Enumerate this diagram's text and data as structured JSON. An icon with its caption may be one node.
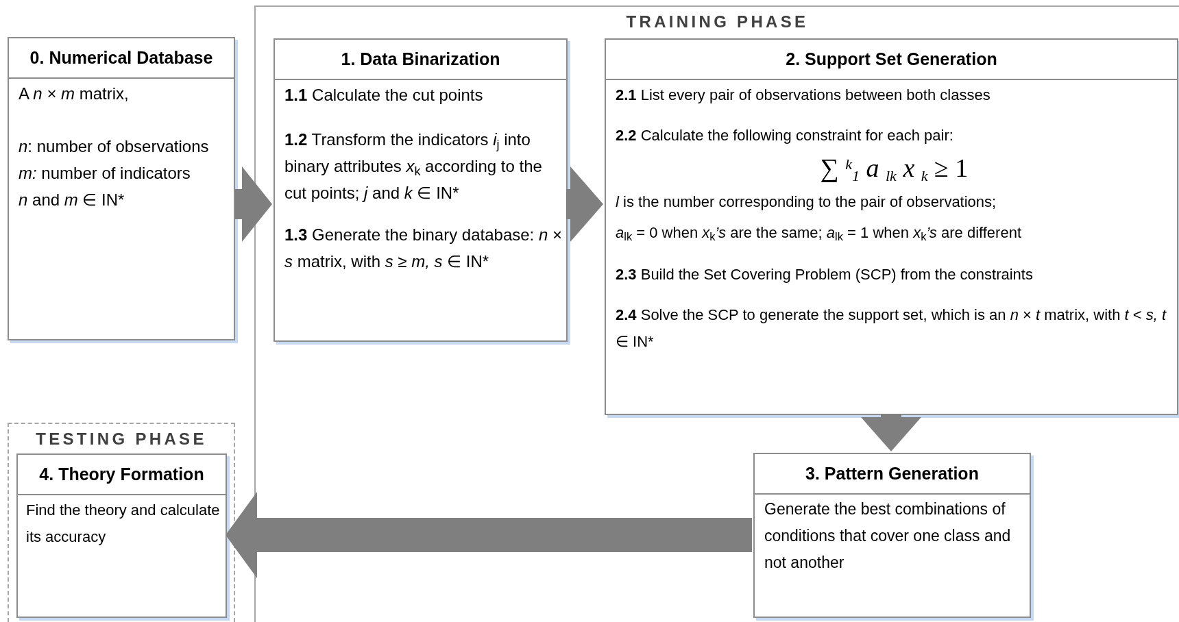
{
  "diagram": {
    "nodes": [
      {
        "text": [
          "TRAINING PHASE"
        ]
      },
      {
        "text": [
          "0. Numerical Database",
          "A *n* × *m* matrix,",
          "*n*: number of observations",
          "*m:* number of indicators",
          "*n* and *m* ∈ IN*"
        ]
      },
      {
        "text": [
          "1. Data Binarization",
          "**1.1** Calculate the cut points",
          "**1.2** Transform the indicators *i*$_{j}$ into binary attributes *x*$_{k}$ according to the cut points; *j* and *k* ∈ IN*",
          "**1.3** Generate the binary database: *n* × *s* matrix, with *s* ≥ *m, s* ∈ IN*"
        ],
        "in": 0
      },
      {
        "text": [
          "2. Support Set Generation",
          "**2.1** List every pair of observations between both classes",
          "**2.2** Calculate the following constraint for each pair:",
          "∑ $^{k}$$_{1}$ *a* $_{lk}$ *x* $_{k}$ ≥ 1",
          "*l* is the number corresponding to the pair of observations;",
          "*a*$_{lk}$ = 0 when *x*$_{k}$*’s* are the same; *a*$_{lk}$ = 1 when *x*$_{k}$*’s* are different",
          "**2.3** Build the Set Covering Problem (SCP) from the constraints",
          "**2.4** Solve the SCP to generate the support set, which is an *n* × *t* matrix, with *t* < *s, t* ∈ IN*"
        ],
        "in": 0
      },
      {
        "text": [
          "3. Pattern Generation",
          "Generate the best combinations of conditions that cover one class and not another"
        ],
        "in": 0
      },
      {
        "text": [
          "TESTING PHASE"
        ]
      },
      {
        "text": [
          "4. Theory Formation",
          "Find the theory and calculate its accuracy"
        ],
        "in": 5
      }
    ],
    "edges": [
      {
        "from": 1,
        "to": 2,
        "arrow": "to"
      },
      {
        "from": 2,
        "to": 3,
        "arrow": "to"
      },
      {
        "from": 3,
        "to": 4,
        "arrow": "to"
      },
      {
        "from": 4,
        "to": 6,
        "arrow": "to"
      }
    ]
  }
}
